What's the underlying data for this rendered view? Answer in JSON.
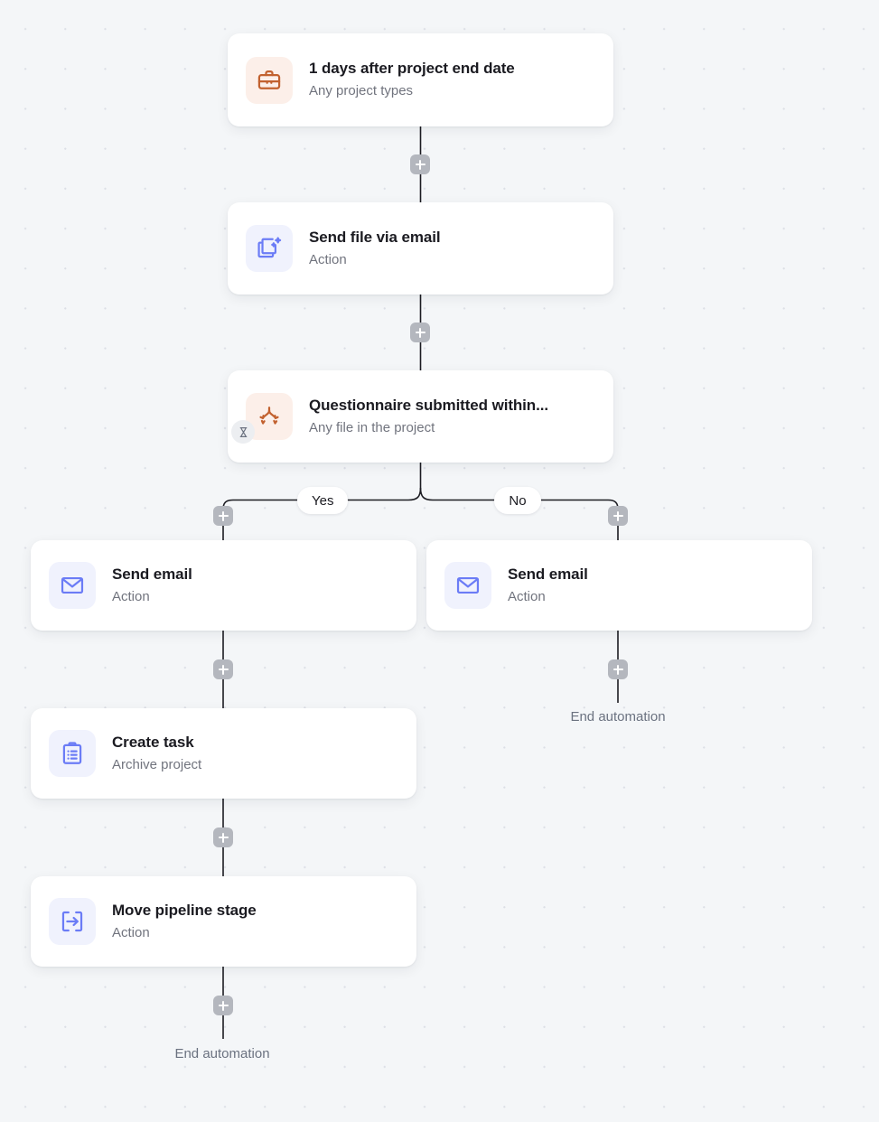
{
  "canvas": {
    "background_color": "#f4f6f8",
    "grid": "dot-grid",
    "connector_color": "#1c1c22"
  },
  "nodes": [
    {
      "id": "trigger",
      "title": "1 days after project end date",
      "subtitle": "Any project types",
      "icon": "briefcase-icon",
      "icon_theme": "peach",
      "icon_color": "#c2612f",
      "badge": null
    },
    {
      "id": "send-file",
      "title": "Send file via email",
      "subtitle": "Action",
      "icon": "send-file-icon",
      "icon_theme": "blue",
      "icon_color": "#6b7cf6",
      "badge": null
    },
    {
      "id": "condition",
      "title": "Questionnaire submitted within...",
      "subtitle": "Any file in the project",
      "icon": "branch-icon",
      "icon_theme": "peach",
      "icon_color": "#c2612f",
      "badge": "hourglass-icon"
    },
    {
      "id": "send-email-yes",
      "title": "Send email",
      "subtitle": "Action",
      "icon": "envelope-icon",
      "icon_theme": "blue",
      "icon_color": "#6b7cf6",
      "badge": null
    },
    {
      "id": "send-email-no",
      "title": "Send email",
      "subtitle": "Action",
      "icon": "envelope-icon",
      "icon_theme": "blue",
      "icon_color": "#6b7cf6",
      "badge": null
    },
    {
      "id": "create-task",
      "title": "Create task",
      "subtitle": "Archive project",
      "icon": "clipboard-list-icon",
      "icon_theme": "blue",
      "icon_color": "#6b7cf6",
      "badge": null
    },
    {
      "id": "move-stage",
      "title": "Move pipeline stage",
      "subtitle": "Action",
      "icon": "move-stage-icon",
      "icon_theme": "blue",
      "icon_color": "#6b7cf6",
      "badge": null
    }
  ],
  "branch_labels": {
    "yes": "Yes",
    "no": "No"
  },
  "terminals": {
    "left": "End automation",
    "right": "End automation"
  },
  "add_buttons": [
    {
      "id": "add-after-trigger"
    },
    {
      "id": "add-after-send-file"
    },
    {
      "id": "add-yes-branch"
    },
    {
      "id": "add-no-branch"
    },
    {
      "id": "add-after-send-email-yes"
    },
    {
      "id": "add-after-send-email-no"
    },
    {
      "id": "add-after-create-task"
    },
    {
      "id": "add-after-move-stage"
    }
  ]
}
